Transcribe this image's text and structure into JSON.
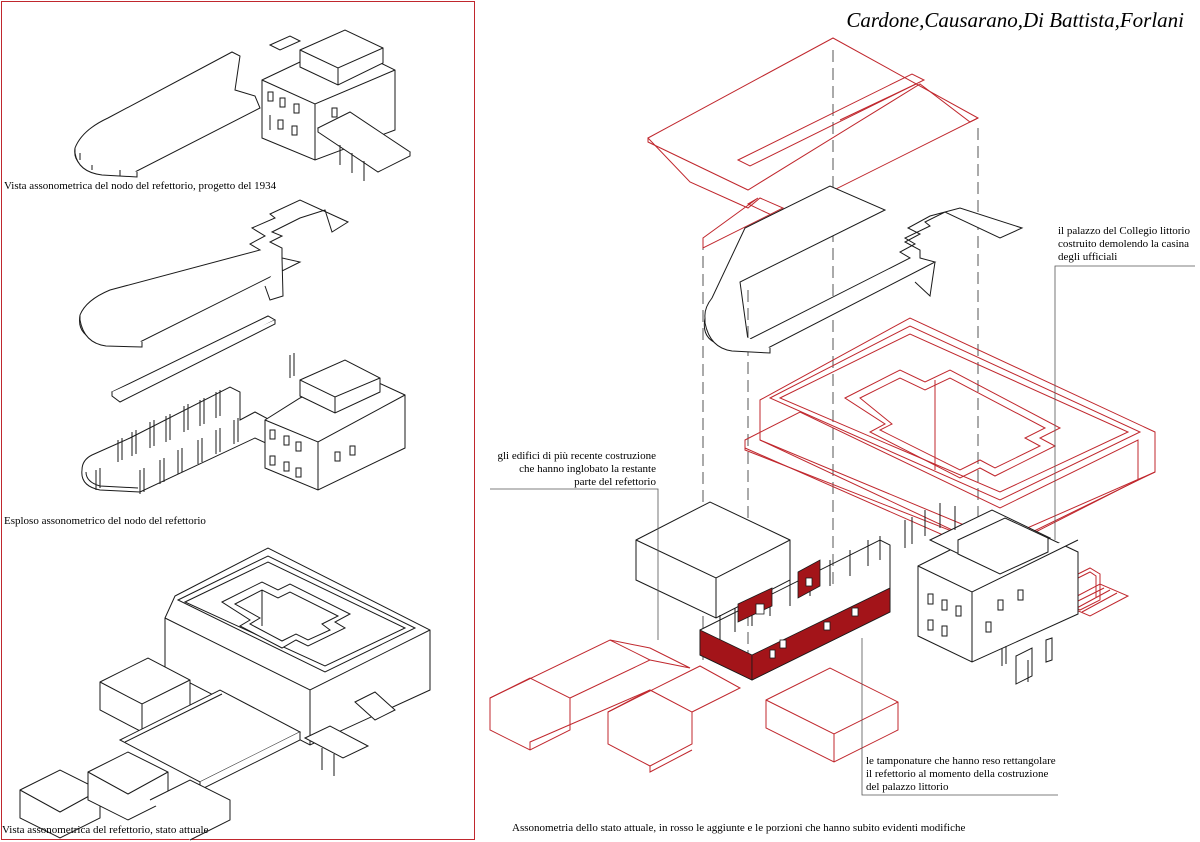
{
  "authors": "Cardone,Causarano,Di Battista,Forlani",
  "left_panel": {
    "captions": {
      "view_1934": "Vista assonometrica del nodo del refettorio, progetto del 1934",
      "exploded": "Esploso assonometrico del nodo del refettorio",
      "current_state": "Vista assonometrica del refettorio, stato attuale"
    }
  },
  "right_panel": {
    "caption": "Assonometria dello stato attuale, in rosso le aggiunte e le porzioni che hanno subito evidenti modifiche",
    "notes": {
      "palazzo": [
        "il palazzo del Collegio littorio",
        "costruito demolendo la casina",
        "degli ufficiali"
      ],
      "recent_buildings": [
        "gli edifici di più recente costruzione",
        "che hanno inglobato la restante",
        "parte del refettorio"
      ],
      "infill_walls": [
        "le tamponature che hanno reso rettangolare",
        "il refettorio al momento della costruzione",
        "del palazzo littorio"
      ]
    }
  },
  "colors": {
    "line": "#1a1a1a",
    "modified": "#c0272d",
    "infill": "#a31419",
    "frame": "#c0272d"
  },
  "icons": [
    "isometric-1934-drawing",
    "isometric-exploded-drawing",
    "isometric-current-drawing",
    "isometric-main-drawing"
  ]
}
